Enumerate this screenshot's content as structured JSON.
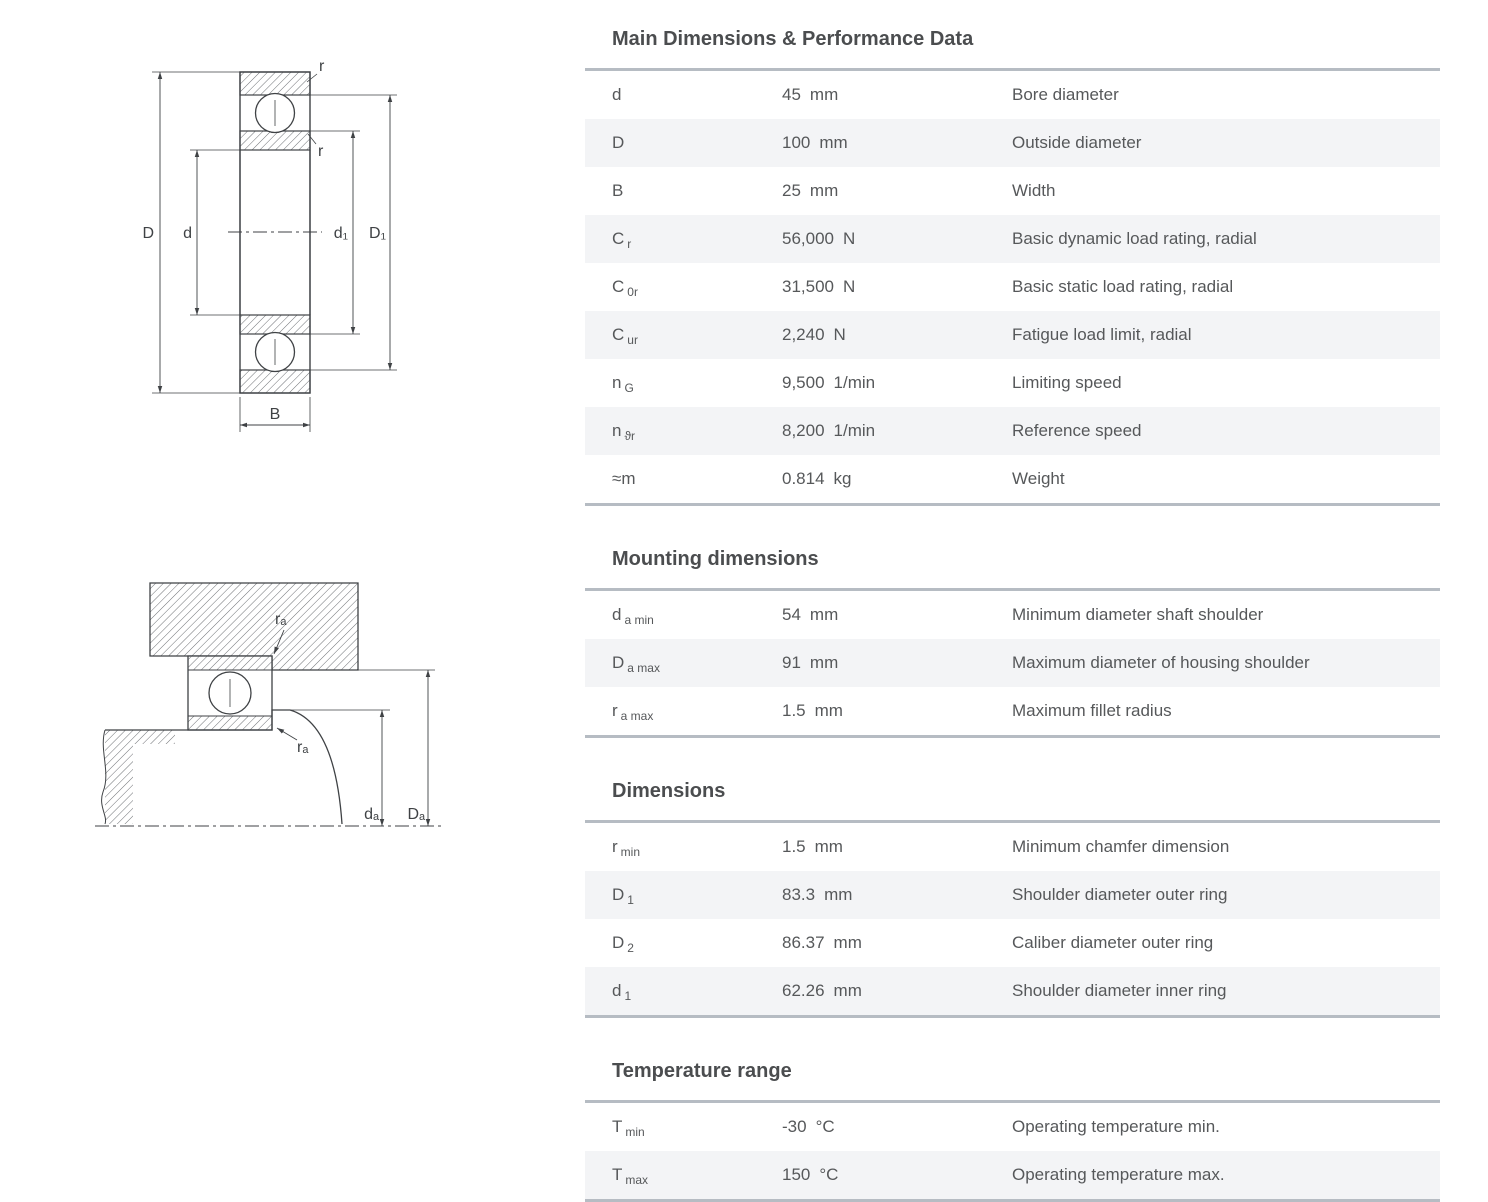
{
  "page": {
    "background": "#ffffff",
    "text_color": "#56585a",
    "heading_color": "#4b4d4f",
    "row_alt_color": "#f3f4f6",
    "table_border_color": "#b6bcc3"
  },
  "drawings": {
    "cross_section": {
      "labels": {
        "D": "D",
        "d": "d",
        "d1": "d₁",
        "D1": "D₁",
        "B": "B",
        "r_outer": "r",
        "r_inner": "r"
      }
    },
    "mounting": {
      "labels": {
        "ra_housing": "rₐ",
        "ra_shaft": "rₐ",
        "da": "dₐ",
        "Da": "Dₐ"
      }
    }
  },
  "sections": [
    {
      "title": "Main Dimensions & Performance Data",
      "rows": [
        {
          "symbol": "d",
          "subscript": "",
          "value": "45",
          "unit": "mm",
          "description": "Bore diameter"
        },
        {
          "symbol": "D",
          "subscript": "",
          "value": "100",
          "unit": "mm",
          "description": "Outside diameter"
        },
        {
          "symbol": "B",
          "subscript": "",
          "value": "25",
          "unit": "mm",
          "description": "Width"
        },
        {
          "symbol": "C",
          "subscript": "r",
          "value": "56,000",
          "unit": "N",
          "description": "Basic dynamic load rating, radial"
        },
        {
          "symbol": "C",
          "subscript": "0r",
          "value": "31,500",
          "unit": "N",
          "description": "Basic static load rating, radial"
        },
        {
          "symbol": "C",
          "subscript": "ur",
          "value": "2,240",
          "unit": "N",
          "description": "Fatigue load limit, radial"
        },
        {
          "symbol": "n",
          "subscript": "G",
          "value": "9,500",
          "unit": "1/min",
          "description": "Limiting speed"
        },
        {
          "symbol": "n",
          "subscript": "ϑr",
          "value": "8,200",
          "unit": "1/min",
          "description": "Reference speed"
        },
        {
          "symbol": "≈m",
          "subscript": "",
          "value": "0.814",
          "unit": "kg",
          "description": "Weight"
        }
      ]
    },
    {
      "title": "Mounting dimensions",
      "rows": [
        {
          "symbol": "d",
          "subscript": "a min",
          "value": "54",
          "unit": "mm",
          "description": "Minimum diameter shaft shoulder"
        },
        {
          "symbol": "D",
          "subscript": "a max",
          "value": "91",
          "unit": "mm",
          "description": "Maximum diameter of housing shoulder"
        },
        {
          "symbol": "r",
          "subscript": "a max",
          "value": "1.5",
          "unit": "mm",
          "description": "Maximum fillet radius"
        }
      ]
    },
    {
      "title": "Dimensions",
      "rows": [
        {
          "symbol": "r",
          "subscript": "min",
          "value": "1.5",
          "unit": "mm",
          "description": "Minimum chamfer dimension"
        },
        {
          "symbol": "D",
          "subscript": "1",
          "value": "83.3",
          "unit": "mm",
          "description": "Shoulder diameter outer ring"
        },
        {
          "symbol": "D",
          "subscript": "2",
          "value": "86.37",
          "unit": "mm",
          "description": "Caliber diameter outer ring"
        },
        {
          "symbol": "d",
          "subscript": "1",
          "value": "62.26",
          "unit": "mm",
          "description": "Shoulder diameter inner ring"
        }
      ]
    },
    {
      "title": "Temperature range",
      "rows": [
        {
          "symbol": "T",
          "subscript": "min",
          "value": "-30",
          "unit": "°C",
          "description": "Operating temperature min."
        },
        {
          "symbol": "T",
          "subscript": "max",
          "value": "150",
          "unit": "°C",
          "description": "Operating temperature max."
        }
      ]
    }
  ]
}
